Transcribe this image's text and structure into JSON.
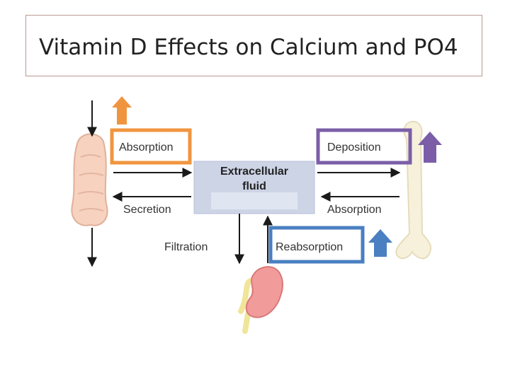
{
  "title": "Vitamin D Effects on Calcium and PO4",
  "center": {
    "line1": "Extracellular",
    "line2": "fluid"
  },
  "labels": {
    "gut_absorption": "Absorption",
    "secretion": "Secretion",
    "filtration": "Filtration",
    "reabsorption": "Reabsorption",
    "deposition": "Deposition",
    "bone_absorption": "Absorption"
  },
  "colors": {
    "gut_absorption": "#f0953f",
    "deposition": "#7b5ea7",
    "reabsorption": "#4a7fc1"
  },
  "effects": {
    "gut_absorption": "increase",
    "deposition": "increase",
    "reabsorption": "increase"
  }
}
